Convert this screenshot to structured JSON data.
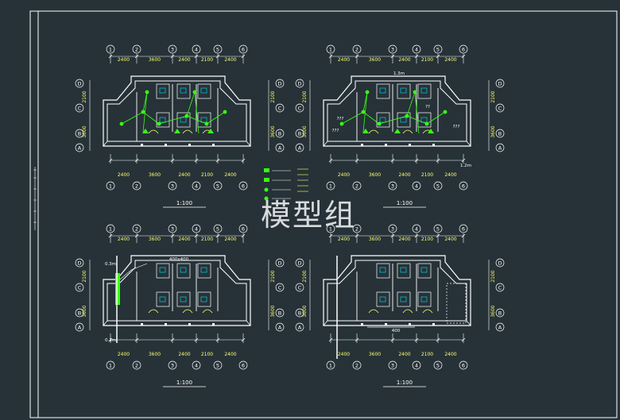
{
  "drawing": {
    "plans": [
      {
        "id": "plan-1",
        "top_dims": [
          "2400",
          "3600",
          "2400",
          "2100",
          "2400"
        ],
        "bottom_dims": [
          "2400",
          "3600",
          "2400",
          "2100",
          "2400"
        ],
        "left_dims": [
          "2100",
          "3600"
        ],
        "right_dims": [
          "2100",
          "3600"
        ],
        "grid_top": [
          "1",
          "2",
          "3",
          "4",
          "5",
          "6"
        ],
        "grid_side": [
          "A",
          "B",
          "C",
          "D"
        ],
        "scale": "1:100"
      },
      {
        "id": "plan-2",
        "top_dims": [
          "2400",
          "3600",
          "2400",
          "2100",
          "2400"
        ],
        "bottom_dims": [
          "2400",
          "3600",
          "2400",
          "2100",
          "2400"
        ],
        "left_dims": [
          "2100",
          "3600"
        ],
        "right_dims": [
          "2100",
          "3600"
        ],
        "grid_top": [
          "1",
          "2",
          "3",
          "4",
          "5",
          "6"
        ],
        "grid_side": [
          "A",
          "B",
          "C",
          "D"
        ],
        "scale": "1:100",
        "notes": [
          "1.3m",
          "1.2m",
          "???",
          "???",
          "???",
          "??"
        ]
      },
      {
        "id": "plan-3",
        "top_dims": [
          "2400",
          "3600",
          "2400",
          "2100",
          "2400"
        ],
        "bottom_dims": [
          "2400",
          "3600",
          "2400",
          "2100",
          "2400"
        ],
        "left_dims": [
          "2100",
          "3600"
        ],
        "right_dims": [
          "2100",
          "3600"
        ],
        "grid_top": [
          "1",
          "2",
          "3",
          "4",
          "5",
          "6"
        ],
        "grid_side": [
          "A",
          "B",
          "C",
          "D"
        ],
        "scale": "1:100",
        "notes": [
          "400x400",
          "0.3m",
          "0.3m"
        ]
      },
      {
        "id": "plan-4",
        "top_dims": [
          "2400",
          "3600",
          "2400",
          "2100",
          "2400"
        ],
        "bottom_dims": [
          "2400",
          "3600",
          "2400",
          "2100",
          "2400"
        ],
        "left_dims": [
          "2100",
          "3600"
        ],
        "right_dims": [
          "2100",
          "3600"
        ],
        "grid_top": [
          "1",
          "2",
          "3",
          "4",
          "5",
          "6"
        ],
        "grid_side": [
          "A",
          "B",
          "C",
          "D"
        ],
        "scale": "1:100",
        "notes": [
          "400"
        ]
      }
    ],
    "watermark": "模型组",
    "colors": {
      "background": "#263238",
      "border": "#ffffff",
      "wall": "#ffffff",
      "dim_line": "#ffffff",
      "grid_bubble": "#ffffff",
      "electrical": "#39ff14",
      "fixture": "#00e5ff",
      "accent": "#ffff66"
    }
  }
}
